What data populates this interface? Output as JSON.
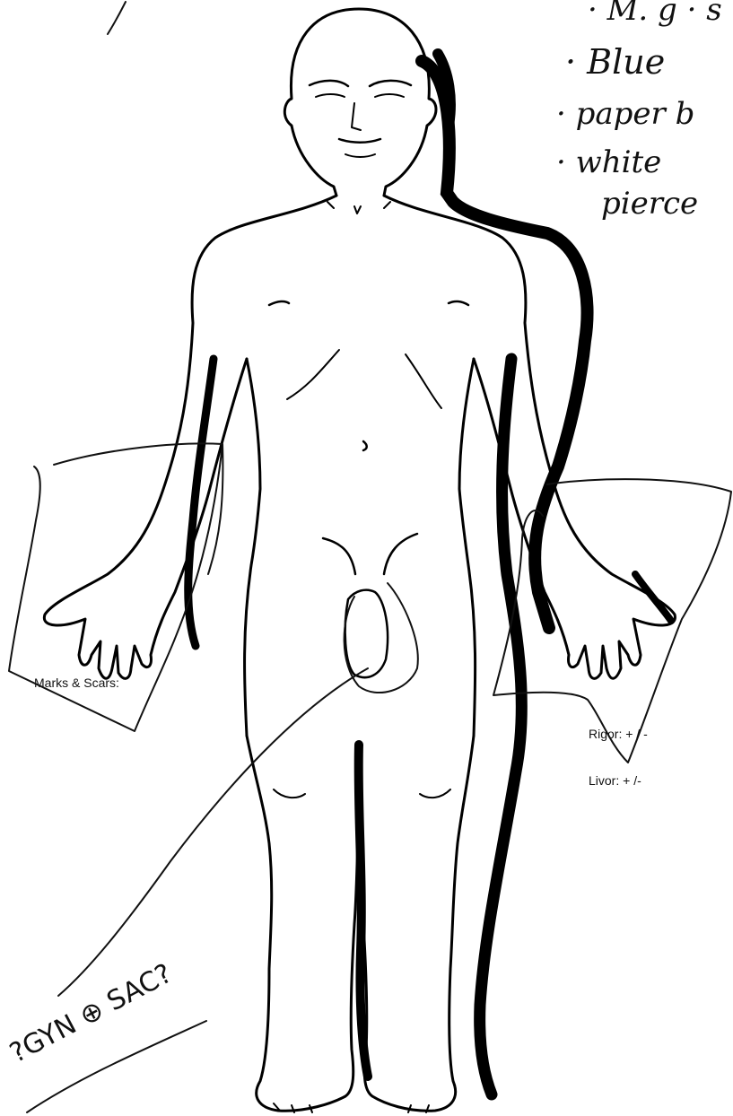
{
  "form": {
    "marks_scars_label": "Marks & Scars:",
    "rigor_label": "Rigor: + / -",
    "livor_label": "Livor:  + /-"
  },
  "handwritten_notes": {
    "line_1": "· Blue",
    "line_2": "· paper b",
    "line_3": "· white",
    "line_4": "pierce",
    "annotation": "?GYN ⊕ SAC?"
  },
  "colors": {
    "ink": "#111111",
    "outline": "#000000",
    "background": "#ffffff"
  }
}
